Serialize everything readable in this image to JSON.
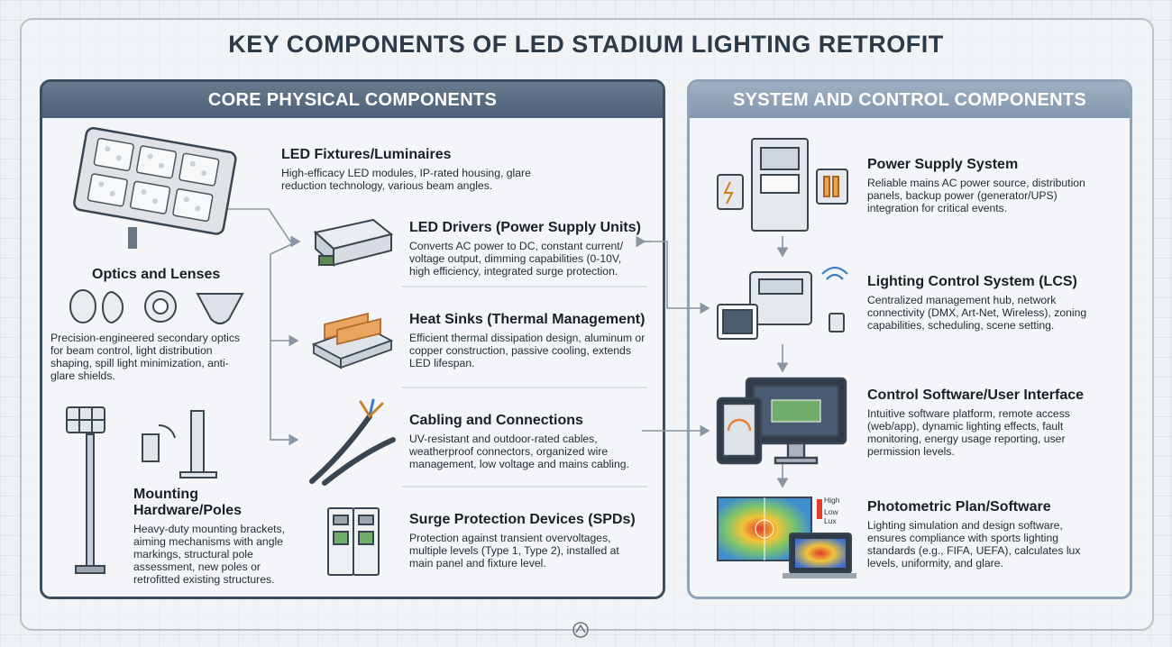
{
  "title": "KEY COMPONENTS OF LED STADIUM LIGHTING RETROFIT",
  "core_panel": {
    "heading": "CORE PHYSICAL COMPONENTS",
    "fixtures": {
      "title": "LED Fixtures/Luminaires",
      "desc": "High-efficacy LED modules, IP-rated housing, glare reduction technology, various beam angles."
    },
    "optics": {
      "title": "Optics and Lenses",
      "desc": "Precision-engineered secondary optics for beam control, light distribution shaping, spill light minimization, anti-glare shields."
    },
    "mounting": {
      "title": "Mounting Hardware/Poles",
      "desc": "Heavy-duty mounting brackets, aiming mechanisms with angle markings, structural pole assessment, new poles or retrofitted existing structures."
    },
    "drivers": {
      "title": "LED Drivers (Power Supply Units)",
      "desc": "Converts AC power to DC, constant current/ voltage output, dimming capabilities (0-10V, high efficiency, integrated surge protection."
    },
    "heatsinks": {
      "title": "Heat Sinks (Thermal Management)",
      "desc": "Efficient thermal dissipation design, aluminum or copper construction, passive cooling, extends LED lifespan."
    },
    "cabling": {
      "title": "Cabling and Connections",
      "desc": "UV-resistant and outdoor-rated cables, weatherproof connectors, organized wire management, low voltage and mains cabling."
    },
    "spd": {
      "title": "Surge Protection Devices (SPDs)",
      "desc": "Protection against transient overvoltages, multiple levels (Type 1, Type 2), installed at main panel and fixture level."
    }
  },
  "system_panel": {
    "heading": "SYSTEM AND CONTROL COMPONENTS",
    "power": {
      "title": "Power Supply System",
      "desc": "Reliable mains AC power source, distribution panels, backup power (generator/UPS) integration for critical events."
    },
    "lcs": {
      "title": "Lighting Control System (LCS)",
      "desc": "Centralized management hub, network connectivity (DMX, Art-Net, Wireless), zoning capabilities, scheduling, scene setting."
    },
    "software": {
      "title": "Control Software/User Interface",
      "desc": "Intuitive software platform, remote access (web/app), dynamic lighting effects, fault monitoring, energy usage reporting, user permission levels."
    },
    "photometric": {
      "title": "Photometric Plan/Software",
      "desc": "Lighting simulation and design software, ensures compliance with sports lighting standards (e.g., FIFA, UEFA), calculates lux levels, uniformity, and glare."
    },
    "legend": {
      "high": "High",
      "low": "Low",
      "lux": "Lux"
    }
  },
  "colors": {
    "panel_border": "#3e4e61",
    "panel_header": "#5a6c81",
    "right_header": "#8fa3b8",
    "connector": "#8a96a3"
  },
  "icons": [
    "stadium-floodlight-icon",
    "lens-icon",
    "light-pole-icon",
    "mounting-bracket-icon",
    "led-driver-icon",
    "heat-sink-icon",
    "cable-icon",
    "surge-protector-icon",
    "power-panel-icon",
    "control-hub-icon",
    "wifi-icon",
    "computer-monitor-icon",
    "photometric-heatmap-icon",
    "logo-icon"
  ]
}
